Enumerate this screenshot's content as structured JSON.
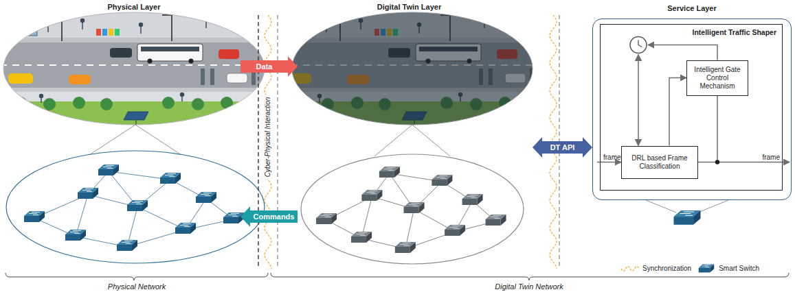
{
  "diagram": {
    "nodes": [
      {
        "text": [
          "Physical Layer"
        ]
      },
      {
        "text": [
          "Digital Twin Layer"
        ]
      },
      {
        "text": [
          "Service Layer"
        ]
      },
      {
        "text": [
          "Intelligent Traffic Shaper"
        ],
        "in": 2
      },
      {
        "text": [
          "Intelligent Gate Control Mechanism"
        ],
        "in": 3
      },
      {
        "text": [
          "DRL based Frame Classification"
        ],
        "in": 3
      }
    ],
    "edges": [
      {
        "from": 0,
        "to": 1,
        "arrow": "to",
        "label": "Data"
      },
      {
        "from": 1,
        "to": 0,
        "arrow": "to",
        "label": "Commands"
      },
      {
        "from": 1,
        "to": 2,
        "arrow": "both",
        "label": "DT API"
      },
      {
        "from": 5,
        "to": 4,
        "arrow": "to"
      }
    ],
    "labels": [
      "Cyber-Physical Interaction",
      "frame",
      "frame",
      "Physical Network",
      "Digital Twin Network"
    ],
    "legend": [
      {
        "text": "Synchronization"
      },
      {
        "text": "Smart Switch"
      }
    ]
  }
}
